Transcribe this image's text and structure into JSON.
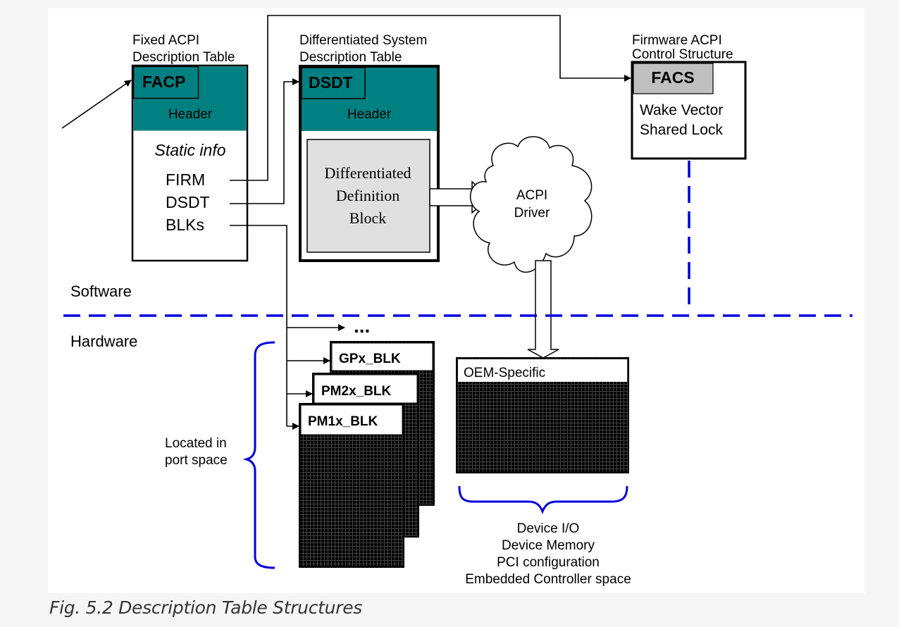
{
  "facp": {
    "title_lines": [
      "Fixed ACPI",
      "Description Table"
    ],
    "tag": "FACP",
    "header": "Header",
    "static_info": "Static info",
    "fields": [
      "FIRM",
      "DSDT",
      "BLKs"
    ]
  },
  "dsdt": {
    "title_lines": [
      "Differentiated System",
      "Description Table"
    ],
    "tag": "DSDT",
    "header": "Header",
    "block_lines": [
      "Differentiated",
      "Definition",
      "Block"
    ]
  },
  "facs": {
    "title_lines": [
      "Firmware ACPI",
      "Control Structure"
    ],
    "tag": "FACS",
    "body_lines": [
      "Wake Vector",
      "Shared Lock"
    ]
  },
  "driver": {
    "lines": [
      "ACPI",
      "Driver"
    ]
  },
  "regions": {
    "software": "Software",
    "hardware": "Hardware"
  },
  "blocks": {
    "ellipsis": "...",
    "names": [
      "GPx_BLK",
      "PM2x_BLK",
      "PM1x_BLK"
    ],
    "located_lines": [
      "Located in",
      "port space"
    ]
  },
  "oem": {
    "label": "OEM-Specific",
    "space_lines": [
      "Device I/O",
      "Device Memory",
      "PCI configuration",
      "Embedded Controller space"
    ]
  },
  "caption": "Fig. 5.2 Description Table Structures",
  "colors": {
    "teal": "#008080",
    "blue": "#0000dd",
    "gray_tag": "#c0c0c0",
    "block_fill": "#e0e0e0"
  }
}
